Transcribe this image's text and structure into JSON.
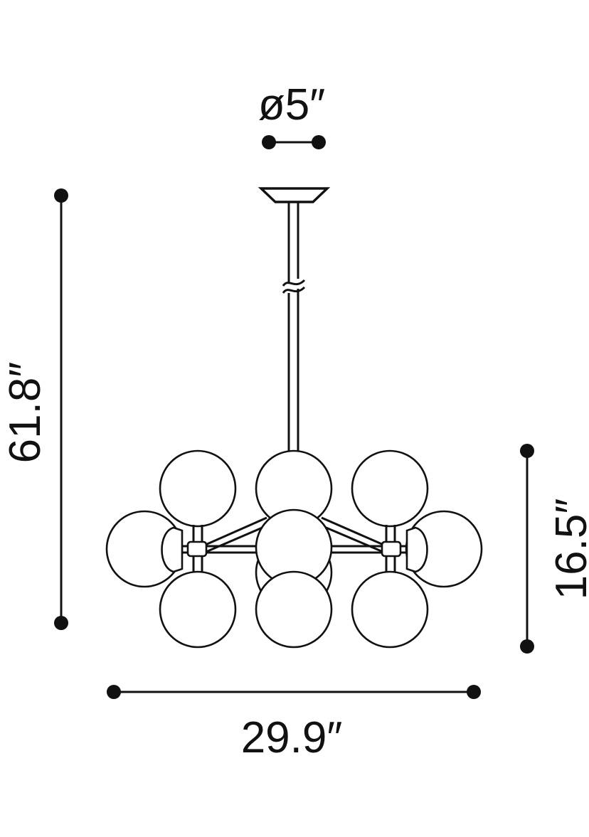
{
  "dimensions": {
    "canopy_diameter": "ø5″",
    "overall_height": "61.8″",
    "fixture_height": "16.5″",
    "width": "29.9″"
  },
  "colors": {
    "ink": "#111111",
    "background": "#ffffff"
  }
}
